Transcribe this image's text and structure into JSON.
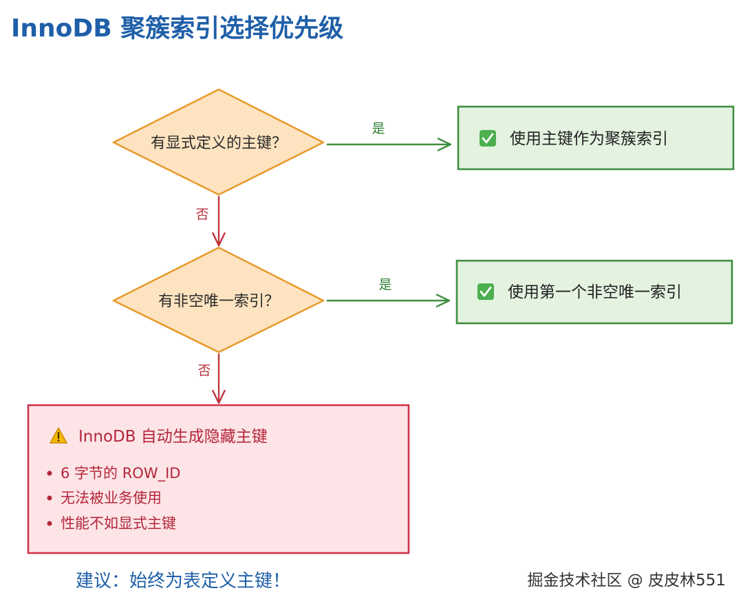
{
  "title": "InnoDB 聚簇索引选择优先级",
  "nodes": {
    "q1": {
      "label": "有显式定义的主键？"
    },
    "q2": {
      "label": "有非空唯一索引？"
    },
    "r1": {
      "label": "使用主键作为聚簇索引",
      "icon": "check-box-icon"
    },
    "r2": {
      "label": "使用第一个非空唯一索引",
      "icon": "check-box-icon"
    },
    "fallback": {
      "title": "InnoDB 自动生成隐藏主键",
      "icon": "warning-icon",
      "items": [
        "6 字节的 ROW_ID",
        "无法被业务使用",
        "性能不如显式主键"
      ]
    }
  },
  "edges": {
    "q1_yes": {
      "label": "是"
    },
    "q1_no": {
      "label": "否"
    },
    "q2_yes": {
      "label": "是"
    },
    "q2_no": {
      "label": "否"
    }
  },
  "advice": "建议：始终为表定义主键！",
  "watermark": "掘金技术社区 @ 皮皮林551",
  "colors": {
    "title": "#1f5fa8",
    "decision_fill": "#fde3c0",
    "decision_stroke": "#e89a2c",
    "yes_arrow": "#3e8e41",
    "no_arrow": "#c0353f",
    "result_fill": "#e3f3e0",
    "result_stroke": "#3e8e41",
    "warn_fill": "#fde4e6",
    "warn_stroke": "#d0334a",
    "warn_text": "#b3263a",
    "advice": "#1f5fa8"
  }
}
